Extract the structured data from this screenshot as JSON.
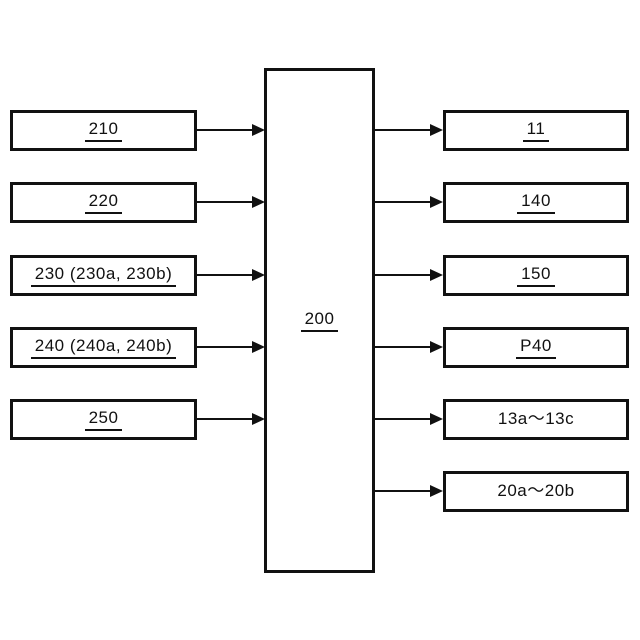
{
  "diagram": {
    "center_box": {
      "label": "200"
    },
    "left_boxes": [
      {
        "label": "210"
      },
      {
        "label": "220"
      },
      {
        "label": "230 (230a, 230b)"
      },
      {
        "label": "240 (240a, 240b)"
      },
      {
        "label": "250"
      }
    ],
    "right_boxes": [
      {
        "label": "11"
      },
      {
        "label": "140"
      },
      {
        "label": "150"
      },
      {
        "label": "P40"
      },
      {
        "label": "13a〜13c"
      },
      {
        "label": "20a〜20b"
      }
    ],
    "colors": {
      "line": "#111111",
      "background": "#ffffff"
    }
  }
}
